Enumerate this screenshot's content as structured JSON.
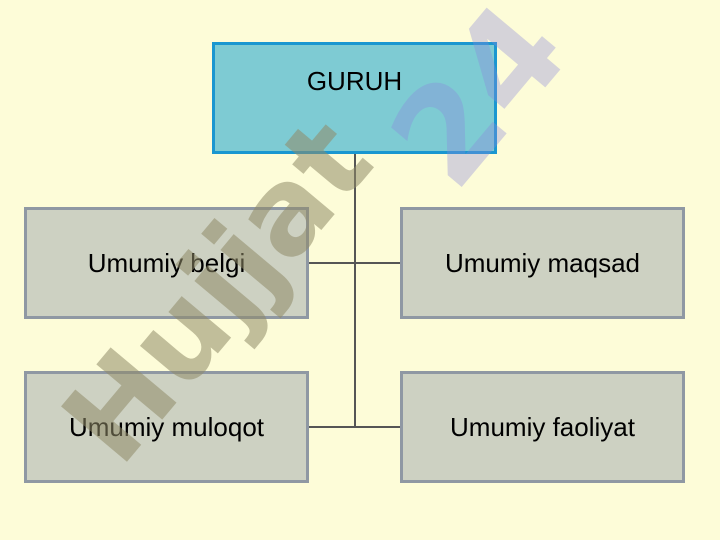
{
  "diagram": {
    "root": {
      "label": "GURUH"
    },
    "children": [
      {
        "label": "Umumiy belgi"
      },
      {
        "label": "Umumiy maqsad"
      },
      {
        "label": "Umumiy muloqot"
      },
      {
        "label": "Umumiy faoliyat"
      }
    ]
  },
  "watermark": {
    "text": "Hujjat",
    "number": "24"
  },
  "colors": {
    "background": "#fdfcd8",
    "root_fill": "#7ecbd3",
    "root_border": "#1a97d0",
    "child_fill": "#cdd1c2",
    "child_border": "#8f98a3",
    "connector": "#555555"
  }
}
